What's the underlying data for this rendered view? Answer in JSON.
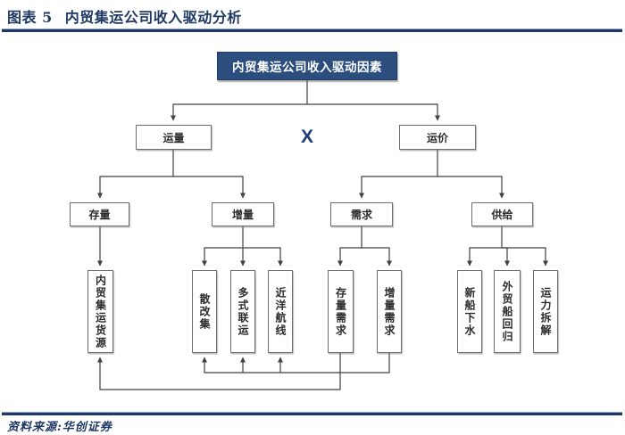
{
  "header": {
    "caption_label": "图表 5",
    "caption_title": "内贸集运公司收入驱动分析"
  },
  "diagram": {
    "root_label": "内贸集运公司收入驱动因素",
    "operator": "X",
    "nodes": {
      "volume": "运量",
      "price": "运价",
      "stock": "存量",
      "increment": "增量",
      "demand": "需求",
      "supply": "供给",
      "cargo_source": "内贸集运货源",
      "bulk_to_container": "散改集",
      "multimodal": "多式联运",
      "near_sea_route": "近洋航线",
      "stock_demand": "存量需求",
      "incremental_demand": "增量需求",
      "new_ship_launch": "新船下水",
      "foreign_ship_return": "外贸船回归",
      "capacity_scrap": "运力拆解"
    }
  },
  "footer": {
    "source": "资料来源:华创证券"
  },
  "colors": {
    "navy": "#1f3864",
    "root_box_fill": "#2b4e7e",
    "connector": "#404040",
    "operator": "#1f3e78"
  }
}
